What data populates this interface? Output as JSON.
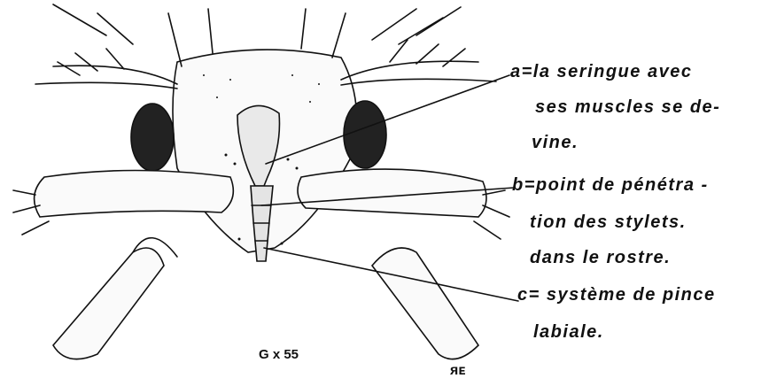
{
  "annotations": {
    "a": {
      "line1": "a=la seringue avec",
      "line2": "ses muscles se de-",
      "line3": "vine."
    },
    "b": {
      "line1": "b=point de pénétra -",
      "line2": "tion des stylets.",
      "line3": "dans le rostre."
    },
    "c": {
      "line1": "c= système de pince",
      "line2": "labiale."
    }
  },
  "magnification": "G x 55",
  "monogram": "ᴙᴇ"
}
